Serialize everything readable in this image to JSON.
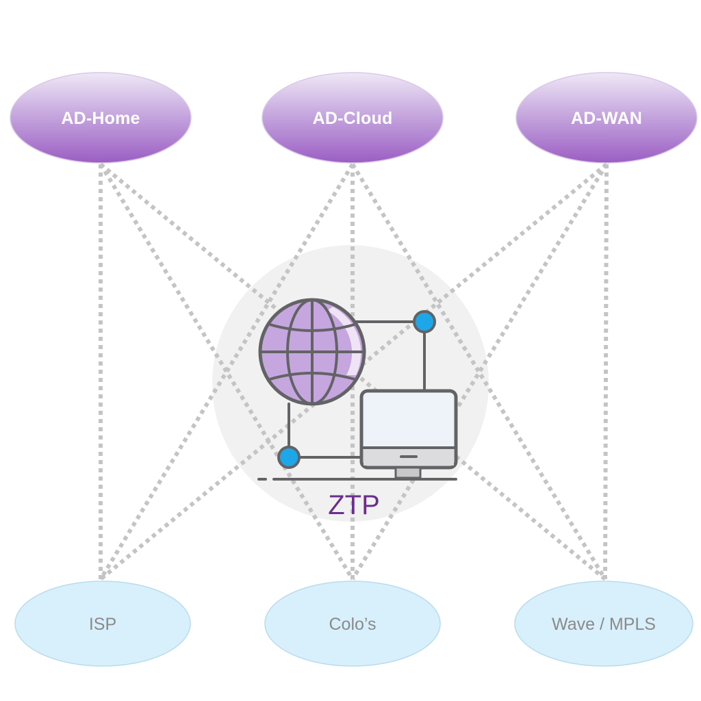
{
  "diagram": {
    "center": {
      "label": "ZTP"
    },
    "top_nodes": [
      {
        "id": "ad-home",
        "label": "AD-Home"
      },
      {
        "id": "ad-cloud",
        "label": "AD-Cloud"
      },
      {
        "id": "ad-wan",
        "label": "AD-WAN"
      }
    ],
    "bottom_nodes": [
      {
        "id": "isp",
        "label": "ISP"
      },
      {
        "id": "colos",
        "label": "Colo’s"
      },
      {
        "id": "wave-mpls",
        "label": "Wave / MPLS"
      }
    ],
    "connections": [
      [
        "ad-home",
        "isp"
      ],
      [
        "ad-home",
        "colos"
      ],
      [
        "ad-home",
        "wave-mpls"
      ],
      [
        "ad-cloud",
        "isp"
      ],
      [
        "ad-cloud",
        "colos"
      ],
      [
        "ad-cloud",
        "wave-mpls"
      ],
      [
        "ad-wan",
        "isp"
      ],
      [
        "ad-wan",
        "colos"
      ],
      [
        "ad-wan",
        "wave-mpls"
      ]
    ],
    "colors": {
      "top_node_fill_top": "#ece3f5",
      "top_node_fill_bottom": "#9d62c4",
      "bottom_node_fill": "#d8f0fb",
      "connector": "#c4c4c4",
      "center_circle": "#f1f1f2",
      "globe_fill": "#c6a6de",
      "icon_stroke": "#636366",
      "dot_fill": "#1ea7e8",
      "center_label": "#6a2f8c"
    },
    "icons": [
      "globe-icon",
      "computer-monitor-icon",
      "connection-dot-icon"
    ]
  }
}
